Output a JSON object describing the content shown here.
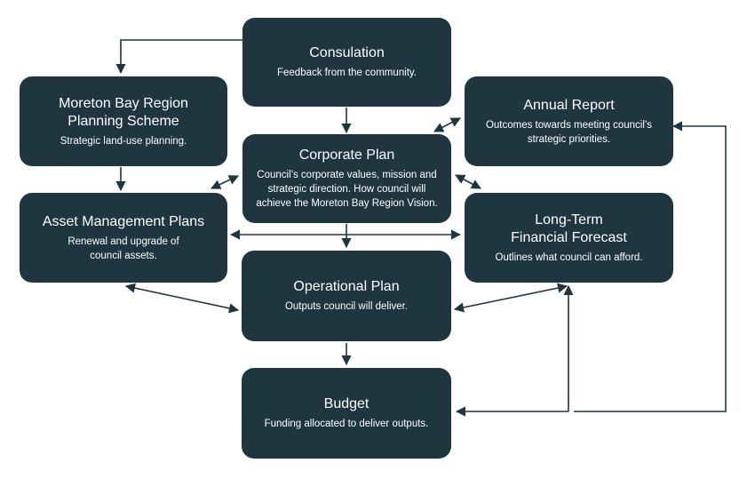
{
  "nodes": {
    "consultation": {
      "title": "Consulation",
      "desc": "Feedback from the community."
    },
    "planning_scheme": {
      "title": "Moreton Bay Region\nPlanning Scheme",
      "desc": "Strategic land-use planning."
    },
    "annual_report": {
      "title": "Annual Report",
      "desc": "Outcomes towards meeting council’s\nstrategic priorities."
    },
    "corporate_plan": {
      "title": "Corporate Plan",
      "desc": "Council’s corporate values, mission and\nstrategic direction. How council will\nachieve the Moreton Bay Region Vision."
    },
    "asset_management": {
      "title": "Asset Management Plans",
      "desc": "Renewal and upgrade of\ncouncil assets."
    },
    "financial_forecast": {
      "title": "Long-Term\nFinancial Forecast",
      "desc": "Outlines what council can afford."
    },
    "operational_plan": {
      "title": "Operational Plan",
      "desc": "Outputs council will deliver."
    },
    "budget": {
      "title": "Budget",
      "desc": "Funding allocated to deliver outputs."
    }
  },
  "colors": {
    "box_fill": "#1f3540",
    "text": "#ffffff",
    "arrow": "#1f3540"
  }
}
